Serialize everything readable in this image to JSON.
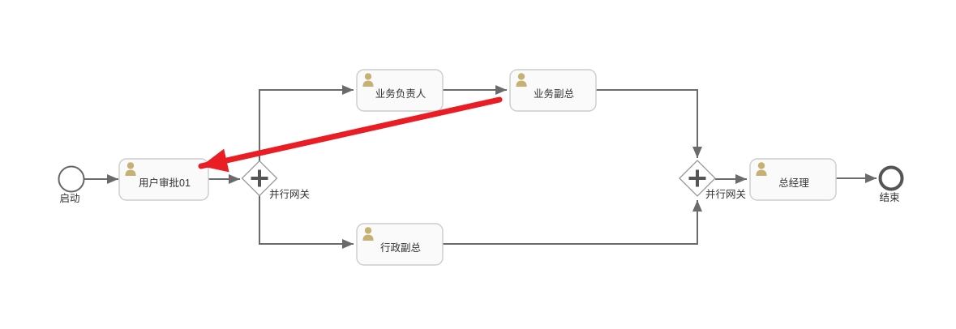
{
  "diagram": {
    "start_event": {
      "label": "启动"
    },
    "end_event": {
      "label": "结束"
    },
    "tasks": {
      "user_approval": {
        "label": "用户审批01"
      },
      "business_leader": {
        "label": "业务负责人"
      },
      "business_vp": {
        "label": "业务副总"
      },
      "admin_vp": {
        "label": "行政副总"
      },
      "general_manager": {
        "label": "总经理"
      }
    },
    "gateways": {
      "split": {
        "label": "并行网关"
      },
      "join": {
        "label": "并行网关"
      }
    }
  },
  "colors": {
    "flow": "#6b6b6b",
    "node_border": "#cccccc",
    "node_fill": "#fafafa",
    "gateway_border": "#999999",
    "symbol": "#555555",
    "text": "#333333",
    "user_icon": "#c6b173",
    "highlight_arrow": "#ea1c24"
  }
}
